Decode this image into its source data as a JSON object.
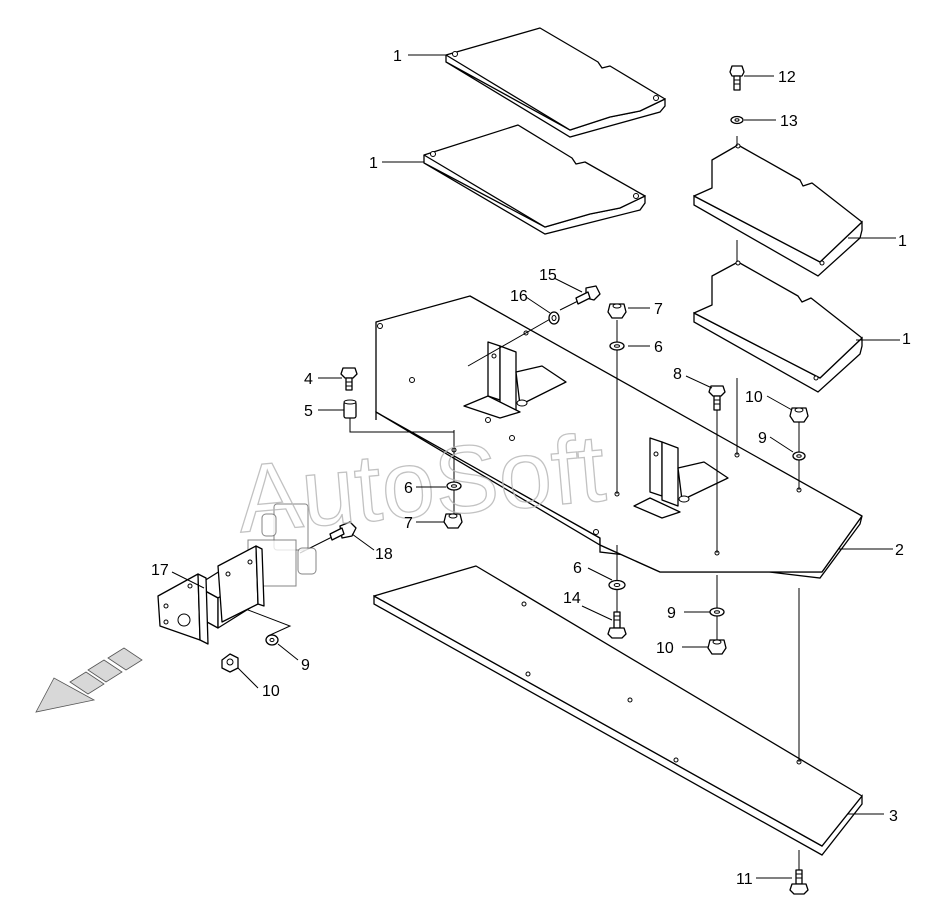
{
  "diagram": {
    "watermark": "AutoSoft",
    "callouts": [
      {
        "id": "c1a",
        "label": "1"
      },
      {
        "id": "c1b",
        "label": "1"
      },
      {
        "id": "c1c",
        "label": "1"
      },
      {
        "id": "c1d",
        "label": "1"
      },
      {
        "id": "c2",
        "label": "2"
      },
      {
        "id": "c3",
        "label": "3"
      },
      {
        "id": "c4",
        "label": "4"
      },
      {
        "id": "c5",
        "label": "5"
      },
      {
        "id": "c6a",
        "label": "6"
      },
      {
        "id": "c6b",
        "label": "6"
      },
      {
        "id": "c6c",
        "label": "6"
      },
      {
        "id": "c7a",
        "label": "7"
      },
      {
        "id": "c7b",
        "label": "7"
      },
      {
        "id": "c8",
        "label": "8"
      },
      {
        "id": "c9a",
        "label": "9"
      },
      {
        "id": "c9b",
        "label": "9"
      },
      {
        "id": "c9c",
        "label": "9"
      },
      {
        "id": "c10a",
        "label": "10"
      },
      {
        "id": "c10b",
        "label": "10"
      },
      {
        "id": "c10c",
        "label": "10"
      },
      {
        "id": "c11",
        "label": "11"
      },
      {
        "id": "c12",
        "label": "12"
      },
      {
        "id": "c13",
        "label": "13"
      },
      {
        "id": "c14",
        "label": "14"
      },
      {
        "id": "c15",
        "label": "15"
      },
      {
        "id": "c16",
        "label": "16"
      },
      {
        "id": "c17",
        "label": "17"
      },
      {
        "id": "c18",
        "label": "18"
      }
    ]
  }
}
